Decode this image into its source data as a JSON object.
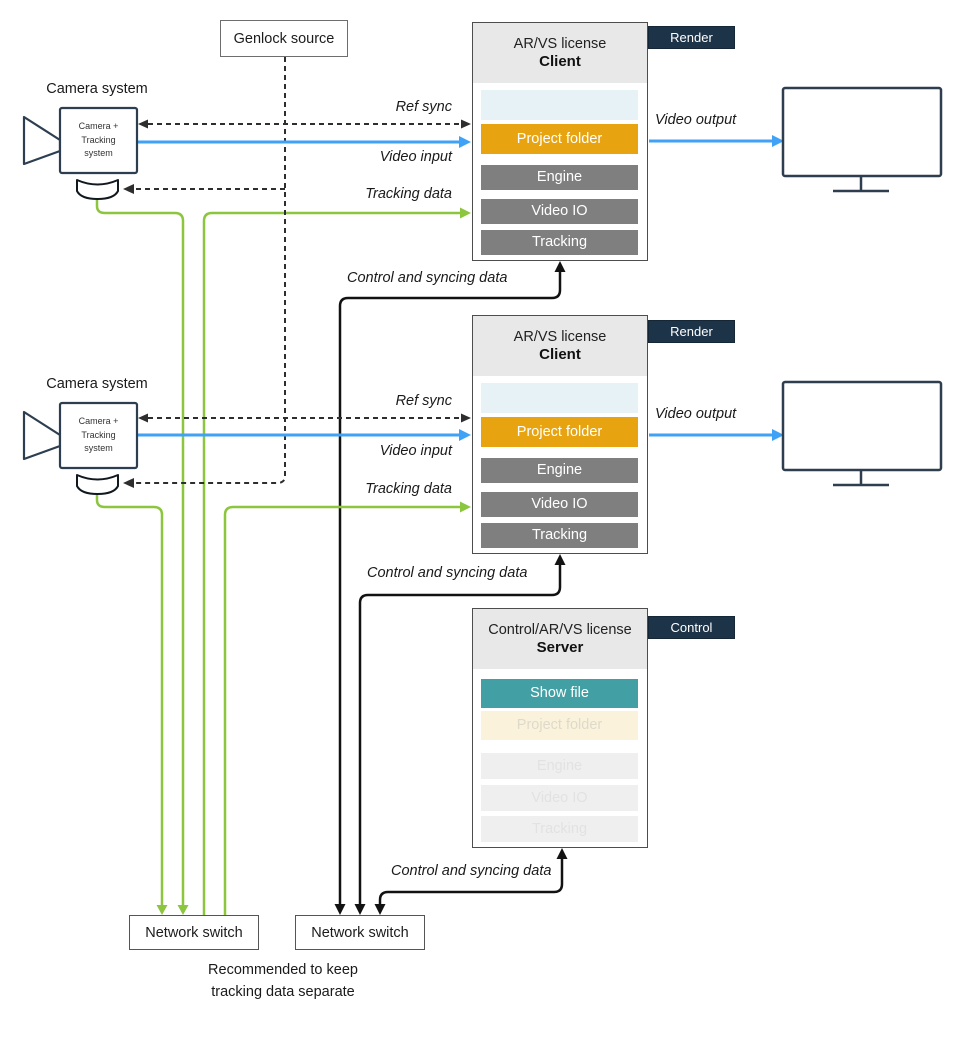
{
  "colors": {
    "accent_orange": "#E7A410",
    "accent_teal": "#42A0A5",
    "tag_navy": "#1D3347",
    "video_blue": "#3FA2F7",
    "tracking_green": "#8CC63F",
    "module_gray": "#7F7F7F",
    "header_gray": "#E8E8E8",
    "spacer_blue": "#E7F2F6",
    "faded_cream": "#FBF2DB",
    "faded_gray": "#EFEFEF"
  },
  "genlock": {
    "label": "Genlock source"
  },
  "cameras": [
    {
      "title": "Camera system",
      "body": "Camera +\nTracking\nsystem"
    },
    {
      "title": "Camera system",
      "body": "Camera +\nTracking\nsystem"
    }
  ],
  "clients": [
    {
      "license": "AR/VS license",
      "role": "Client",
      "tag": "Render",
      "rows": {
        "project": "Project folder",
        "engine": "Engine",
        "video_io": "Video IO",
        "tracking": "Tracking"
      }
    },
    {
      "license": "AR/VS license",
      "role": "Client",
      "tag": "Render",
      "rows": {
        "project": "Project folder",
        "engine": "Engine",
        "video_io": "Video IO",
        "tracking": "Tracking"
      }
    }
  ],
  "server": {
    "license": "Control/AR/VS license",
    "role": "Server",
    "tag": "Control",
    "rows": {
      "show_file": "Show file",
      "project": "Project folder",
      "engine": "Engine",
      "video_io": "Video IO",
      "tracking": "Tracking"
    }
  },
  "switches": [
    {
      "label": "Network switch"
    },
    {
      "label": "Network switch"
    }
  ],
  "labels": {
    "ref_sync": "Ref sync",
    "video_input": "Video input",
    "tracking_data": "Tracking data",
    "video_output": "Video output",
    "control_sync": "Control and syncing data"
  },
  "note": "Recommended to keep\ntracking data separate"
}
